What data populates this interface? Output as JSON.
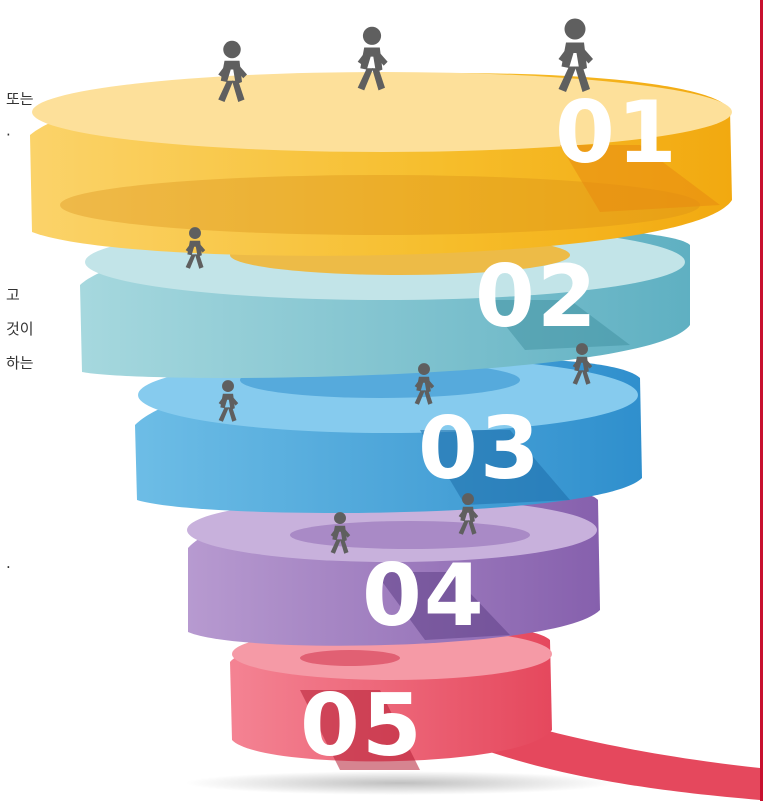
{
  "diagram": {
    "steps": [
      {
        "label": "01",
        "color": "#f8c12a",
        "shade": "#d88b18"
      },
      {
        "label": "02",
        "color": "#7dc3cf",
        "shade": "#3f8f9f"
      },
      {
        "label": "03",
        "color": "#3d9fd6",
        "shade": "#1d6ea9"
      },
      {
        "label": "04",
        "color": "#9c7cbc",
        "shade": "#5e3f86"
      },
      {
        "label": "05",
        "color": "#ee5b6c",
        "shade": "#b51f34"
      }
    ],
    "figure_color": "#5f5f5f",
    "border_color": "#c8102e"
  },
  "text_fragments": [
    "또는",
    "·",
    "고",
    "것이",
    "하는",
    "."
  ]
}
